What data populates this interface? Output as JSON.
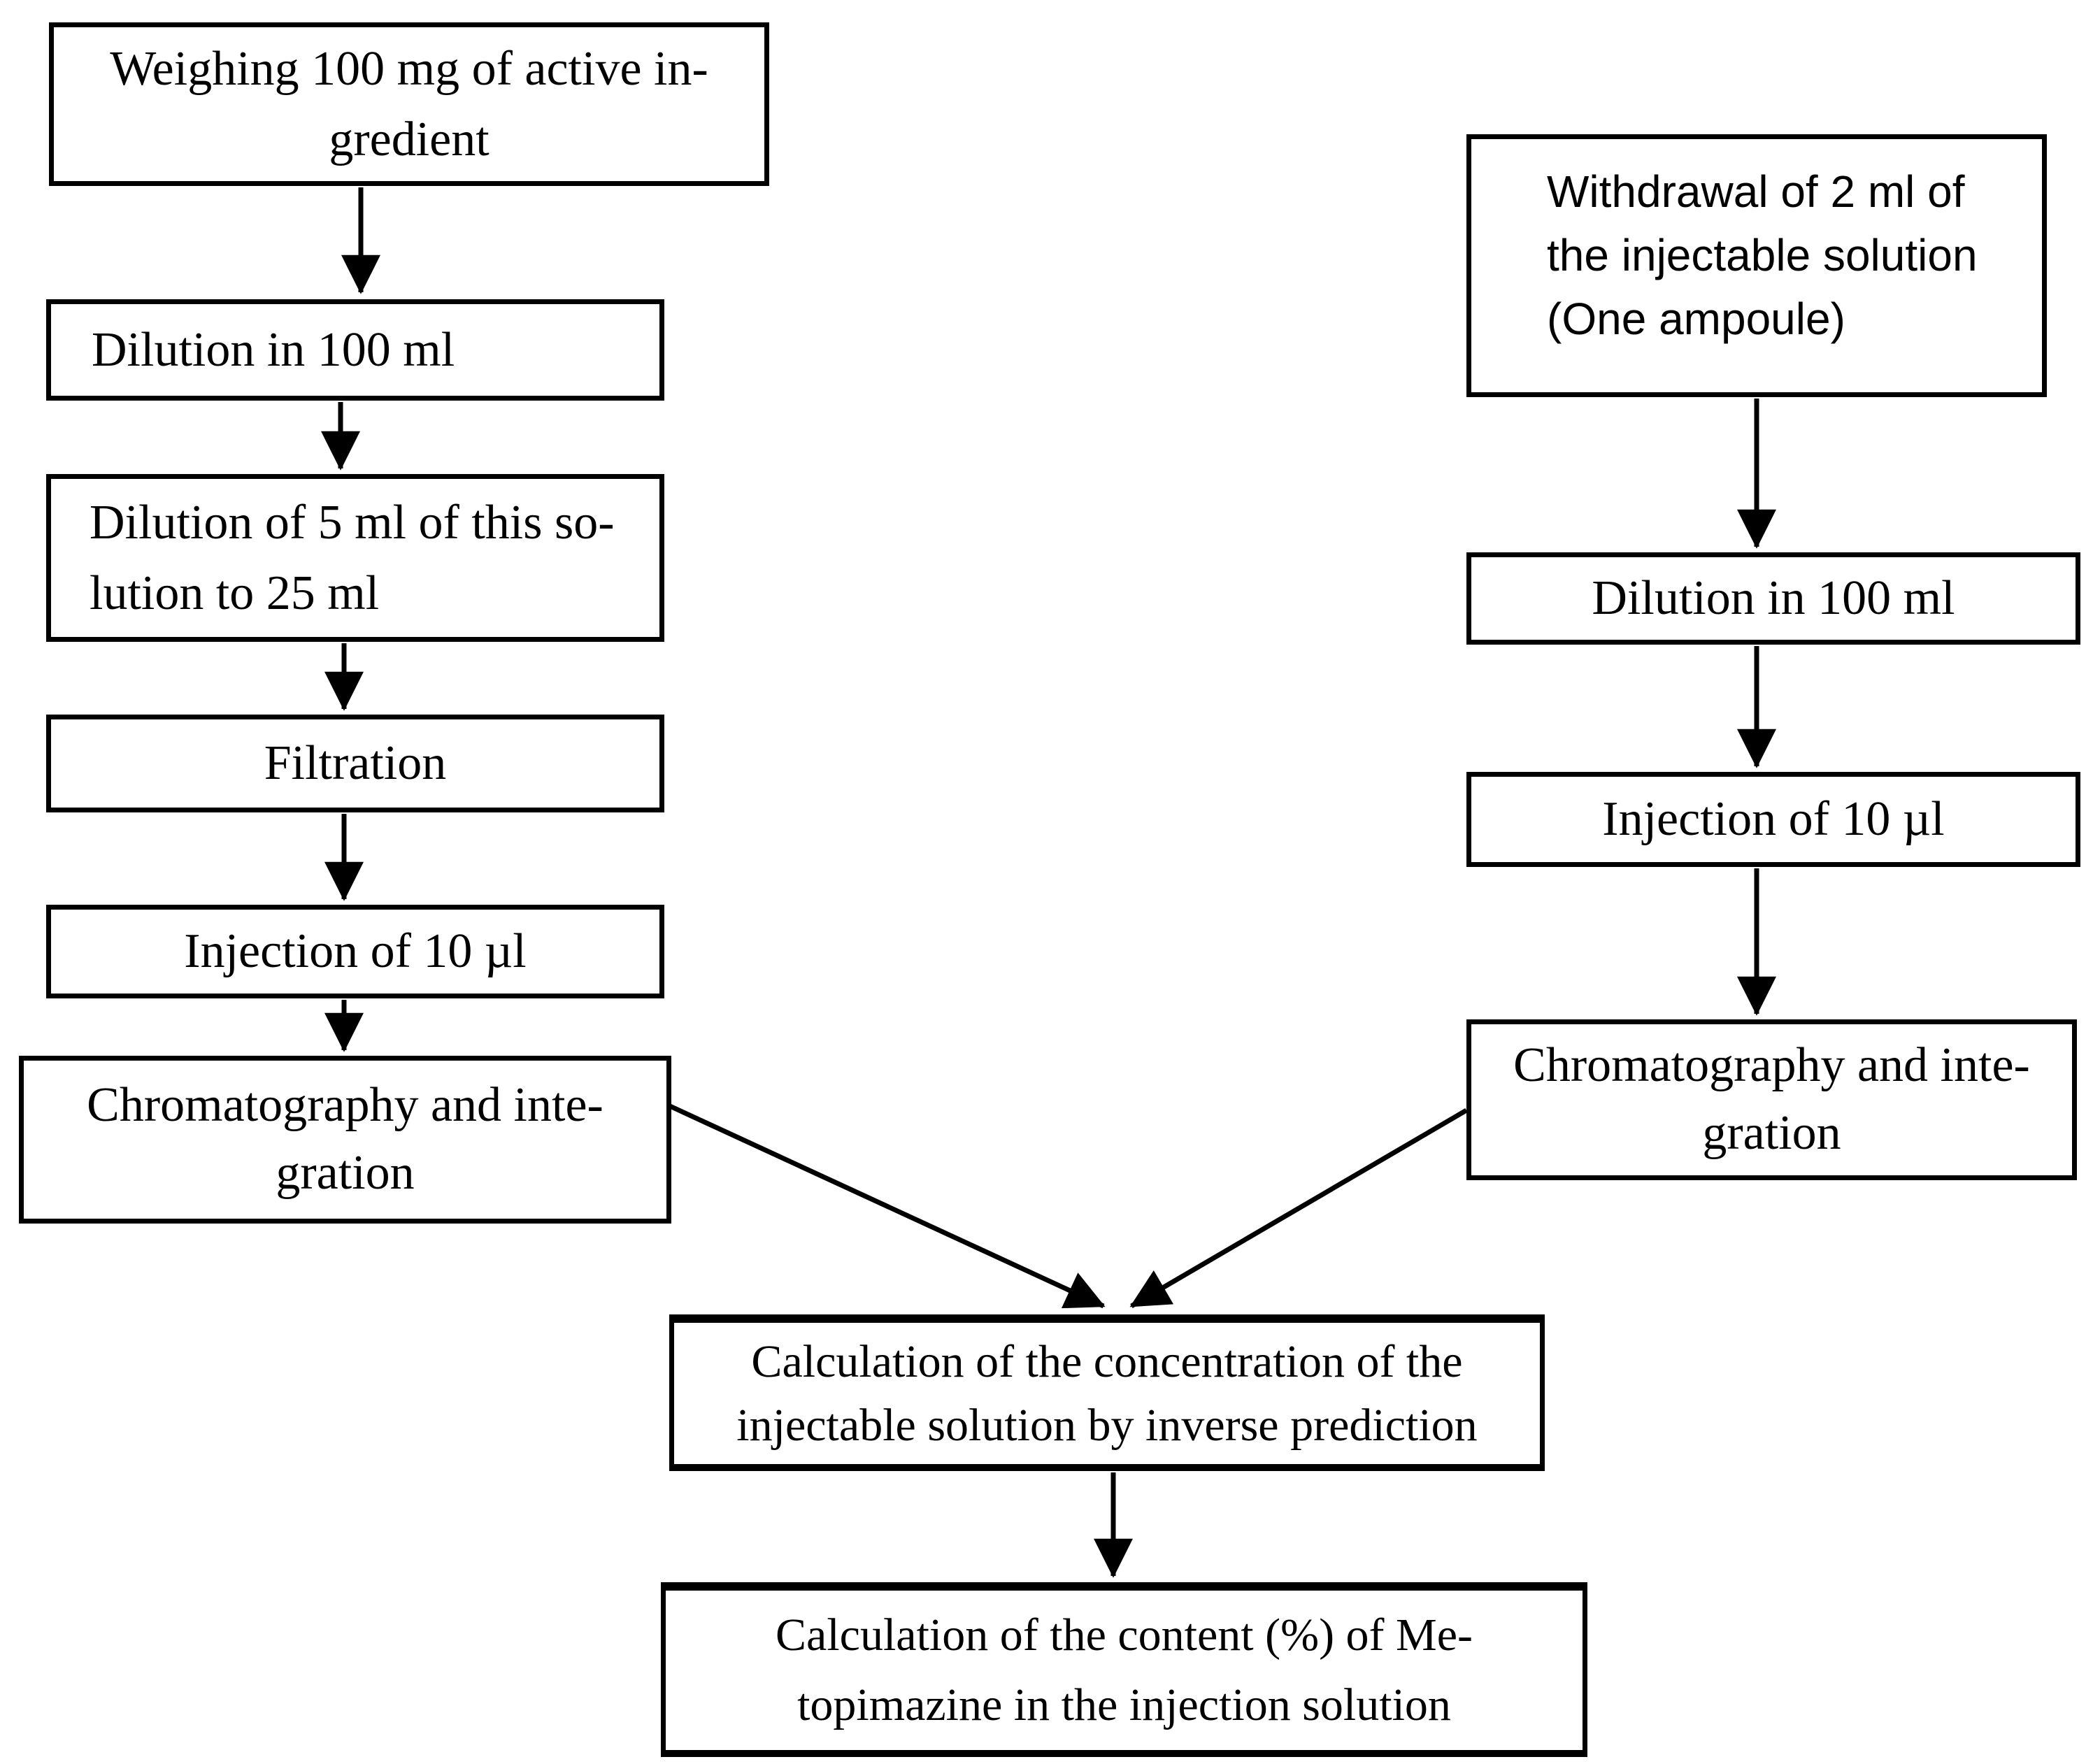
{
  "colors": {
    "ink": "#000000",
    "paper": "#ffffff"
  },
  "nodes": {
    "weighing": {
      "label": "Weighing 100 mg of active in-\ngredient"
    },
    "dilution_100_left": {
      "label": "Dilution in 100 ml"
    },
    "dilution_5_to_25": {
      "label": "Dilution of 5 ml of this so-\nlution to 25 ml"
    },
    "filtration": {
      "label": "Filtration"
    },
    "injection_left": {
      "label": "Injection of 10 µl"
    },
    "chromatography_left": {
      "label": "Chromatography and inte-\ngration"
    },
    "withdrawal": {
      "label": "Withdrawal of 2 ml of\nthe injectable solution\n(One ampoule)"
    },
    "dilution_100_right": {
      "label": "Dilution in 100 ml"
    },
    "injection_right": {
      "label": "Injection of 10 µl"
    },
    "chromatography_right": {
      "label": "Chromatography and inte-\ngration"
    },
    "calc_concentration": {
      "label": "Calculation of the concentration of the\ninjectable solution by inverse prediction"
    },
    "calc_content": {
      "label": "Calculation of the content (%) of Me-\ntopimazine in the injection solution"
    }
  }
}
